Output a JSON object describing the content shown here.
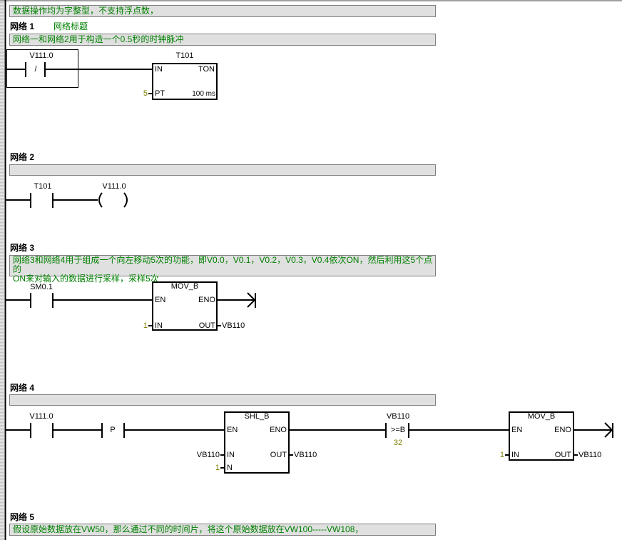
{
  "header_comment": "数据操作均为字整型，不支持浮点数，",
  "networks": [
    {
      "title": "网络 1",
      "subtitle": "网络标题",
      "comment": "网络一和网络2用于构造一个0.5秒的时钟脉冲",
      "contact": {
        "address": "V111.0",
        "symbol": "/"
      },
      "timer": {
        "name": "T101",
        "type": "TON",
        "in_label": "IN",
        "pt_label": "PT",
        "pt_value": "5",
        "base": "100 ms"
      }
    },
    {
      "title": "网络 2",
      "comment": "",
      "contact": {
        "address": "T101"
      },
      "coil": {
        "address": "V111.0"
      }
    },
    {
      "title": "网络 3",
      "comment_lines": [
        "网络3和网络4用于组成一个向左移动5次的功能，即V0.0，V0.1，V0.2，V0.3，V0.4依次ON，然后利用这5个点的",
        "ON来对输入的数据进行采样，采样5次"
      ],
      "contact": {
        "address": "SM0.1"
      },
      "box": {
        "name": "MOV_B",
        "en": "EN",
        "eno": "ENO",
        "in": "IN",
        "out": "OUT",
        "in_value": "1",
        "out_value": "VB110"
      }
    },
    {
      "title": "网络 4",
      "comment": "",
      "contact": {
        "address": "V111.0"
      },
      "pulse": {
        "symbol": "P"
      },
      "shl": {
        "name": "SHL_B",
        "en": "EN",
        "eno": "ENO",
        "in": "IN",
        "n": "N",
        "out": "OUT",
        "in_value": "VB110",
        "n_value": "1",
        "out_value": "VB110"
      },
      "compare": {
        "address": "VB110",
        "op": ">=B",
        "value": "32"
      },
      "mov": {
        "name": "MOV_B",
        "en": "EN",
        "eno": "ENO",
        "in": "IN",
        "out": "OUT",
        "in_value": "1",
        "out_value": "VB110"
      }
    },
    {
      "title": "网络 5",
      "comment": "假设原始数据放在VW50，那么通过不同的时间片，将这个原始数据放在VW100-----VW108，"
    }
  ]
}
